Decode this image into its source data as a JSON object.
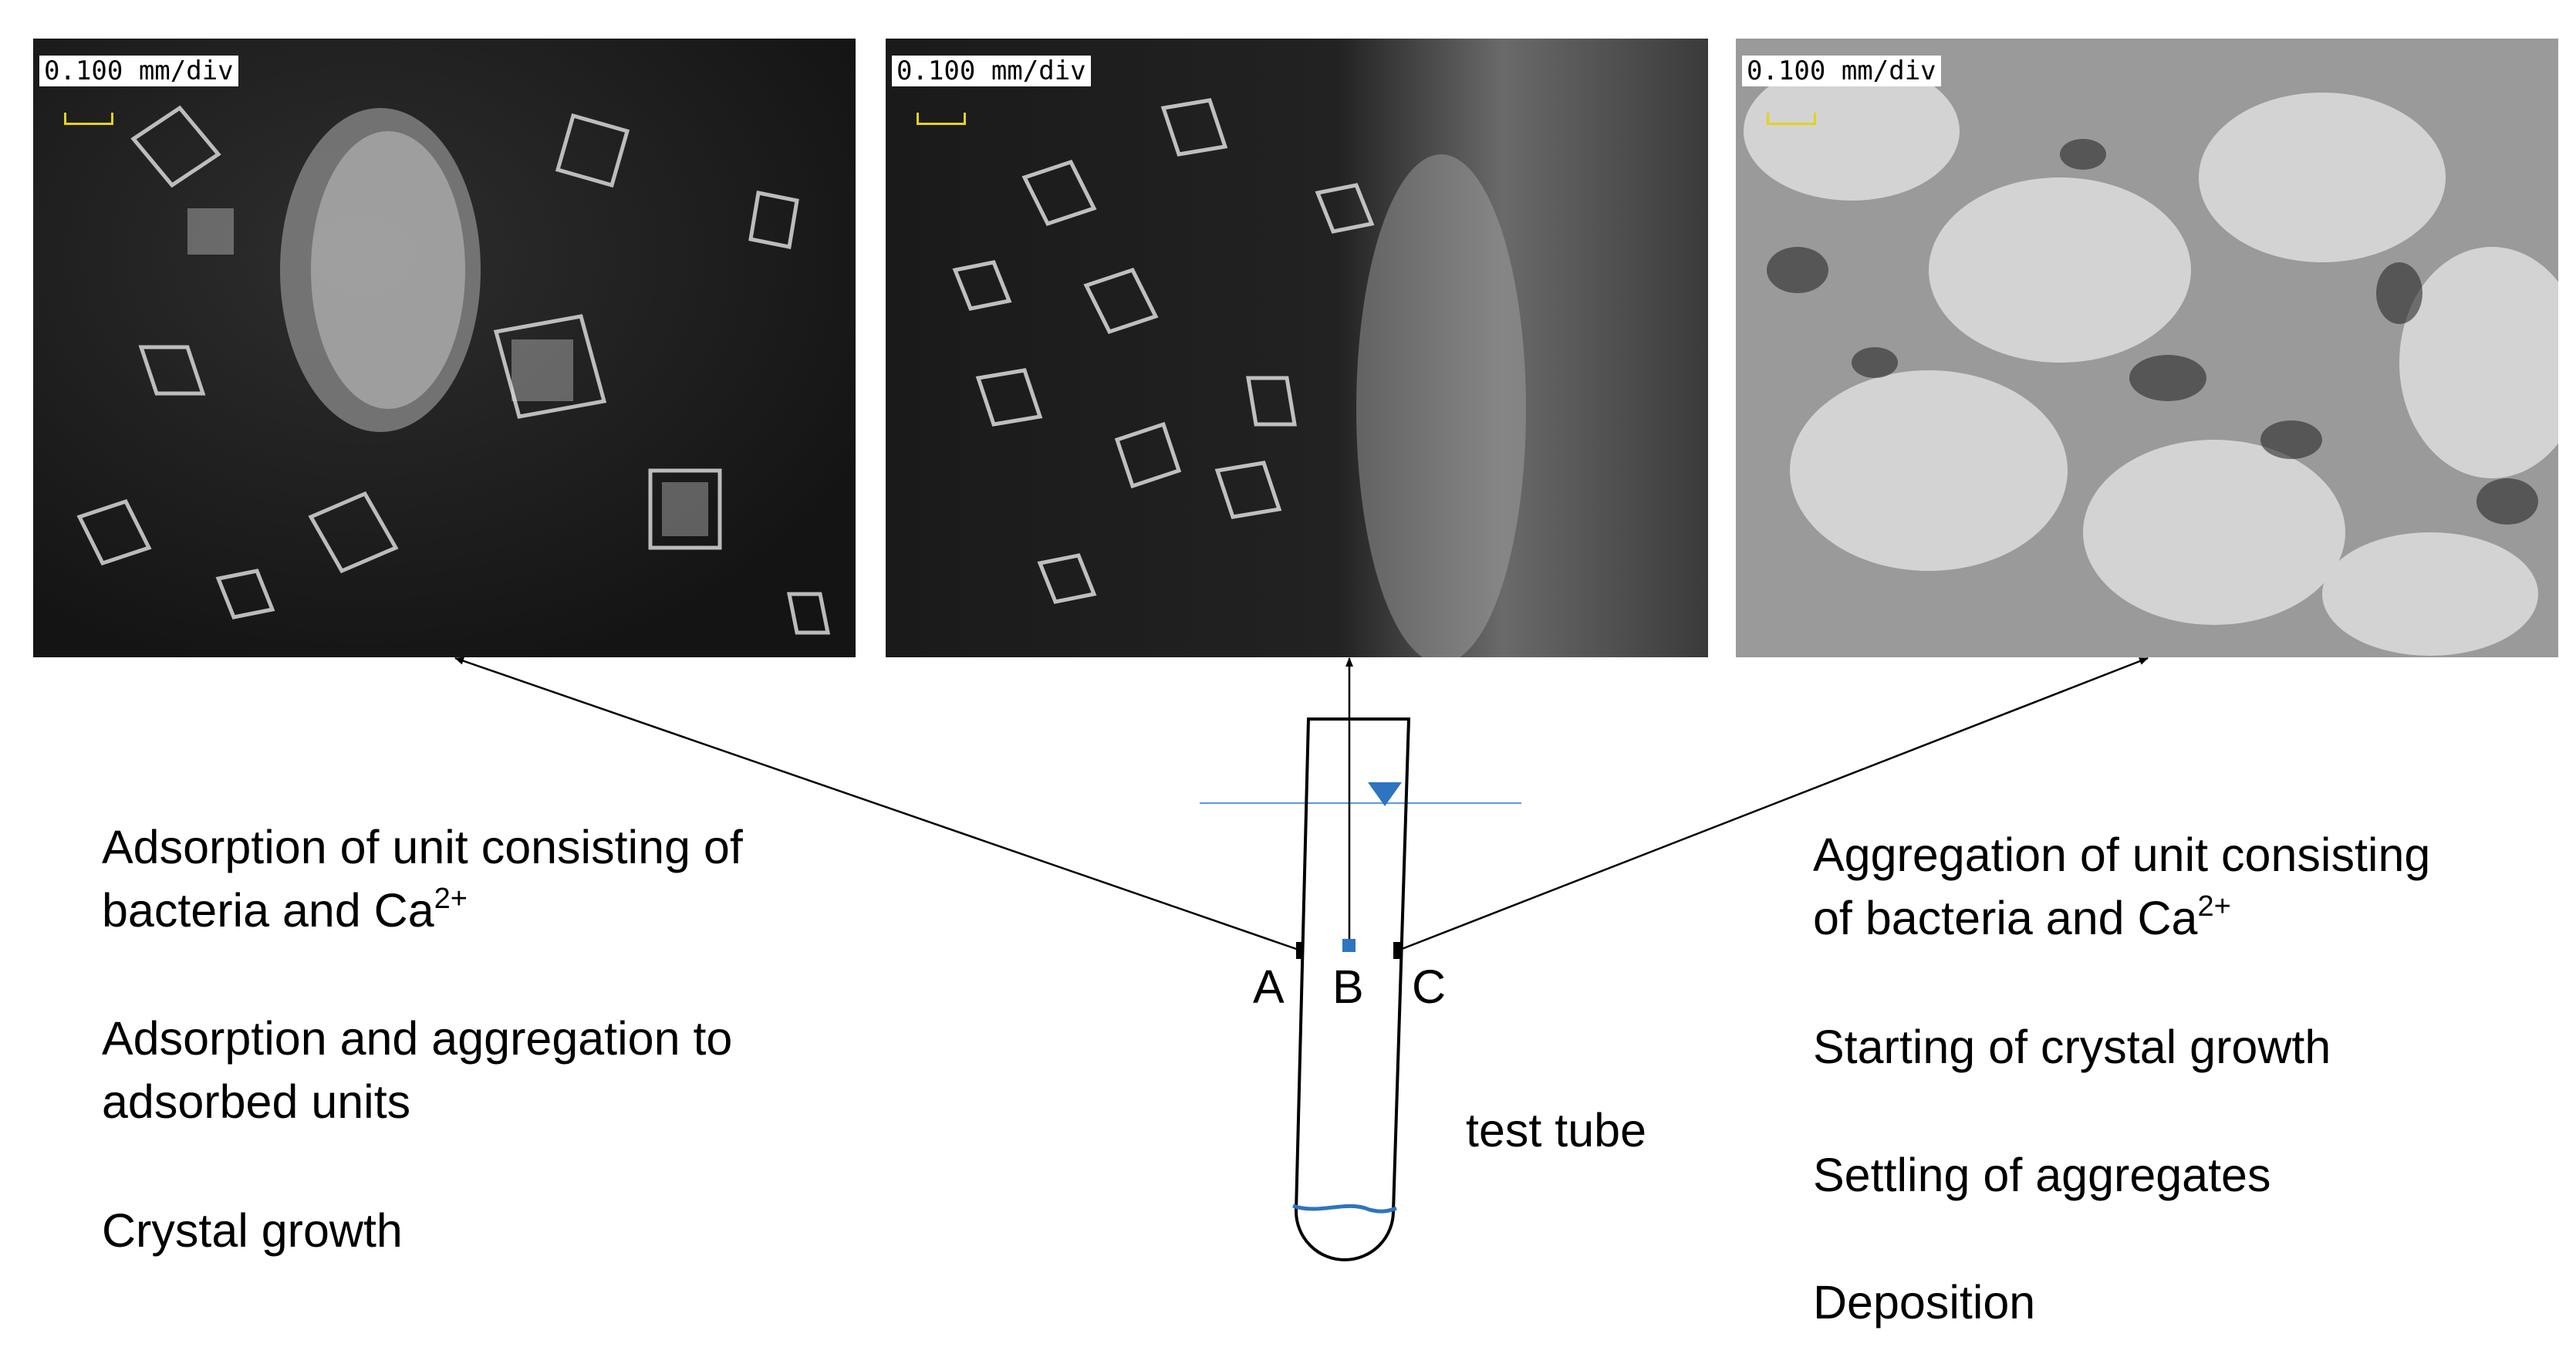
{
  "photos": [
    {
      "id": "A",
      "scale_text": "0.100 mm/div",
      "background": "#1c1c1c"
    },
    {
      "id": "B",
      "scale_text": "0.100 mm/div",
      "background": "#202020"
    },
    {
      "id": "C",
      "scale_text": "0.100 mm/div",
      "background": "#8a8a8a"
    }
  ],
  "left_text": {
    "item1_line1": "Adsorption of unit  consisting of",
    "item1_line2": "bacteria and Ca",
    "item1_sup": "2+",
    "item2_line1": "Adsorption and aggregation to",
    "item2_line2": "adsorbed units",
    "item3": "Crystal growth"
  },
  "right_text": {
    "item1_line1": "Aggregation of unit consisting",
    "item1_line2": "of bacteria and Ca",
    "item1_sup": "2+",
    "item2": "Starting of crystal growth",
    "item3": "Settling of aggregates",
    "item4": "Deposition"
  },
  "tube": {
    "label_a": "A",
    "label_b": "B",
    "label_c": "C",
    "caption": "test tube",
    "accent_color": "#2e74c0"
  }
}
